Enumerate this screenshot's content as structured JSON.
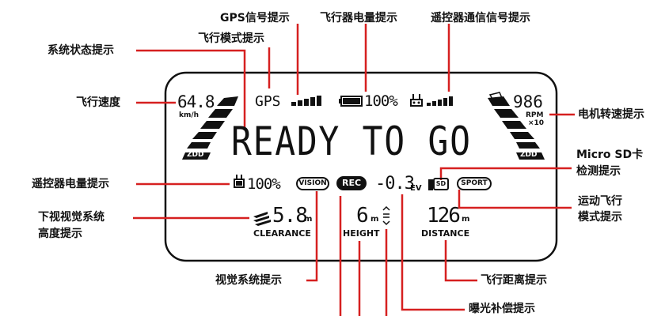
{
  "labels": {
    "gps": "GPS信号提示",
    "battery": "飞行器电量提示",
    "remote_signal": "遥控器通信信号提示",
    "system_status": "系统状态提示",
    "flight_mode": "飞行模式提示",
    "speed": "飞行速度",
    "motor": "电机转速提示",
    "microsd_1": "Micro SD卡",
    "microsd_2": "检测提示",
    "remote_battery": "遥控器电量提示",
    "sport_1": "运动飞行",
    "sport_2": "模式提示",
    "downvision_1": "下视视觉系统",
    "downvision_2": "高度提示",
    "vision_sys": "视觉系统提示",
    "distance": "飞行距离提示",
    "exposure": "曝光补偿提示"
  },
  "lcd": {
    "speed_value": "64.8",
    "speed_unit": "km/h",
    "gps_text": "GPS",
    "battery_text": "100%",
    "rpm_value": "986",
    "rpm_unit": "RPM",
    "rpm_mult": "×10",
    "zdd_left": "ZDD",
    "zdd_right": "ZDD",
    "status_text": "READY TO GO",
    "remote_battery_text": "100%",
    "vision_badge": "VISION",
    "rec_badge": "REC",
    "ev_value": "-0.3",
    "ev_unit": "EV",
    "sd_badge": "SD",
    "sport_badge": "SPORT",
    "clearance_value": "5.8",
    "clearance_unit": "m",
    "clearance_label": "CLEARANCE",
    "height_value": "6",
    "height_unit": "m",
    "height_label": "HEIGHT",
    "distance_value": "126",
    "distance_unit": "m",
    "distance_label": "DISTANCE"
  },
  "colors": {
    "leader": "#d62020",
    "ink": "#111111"
  }
}
